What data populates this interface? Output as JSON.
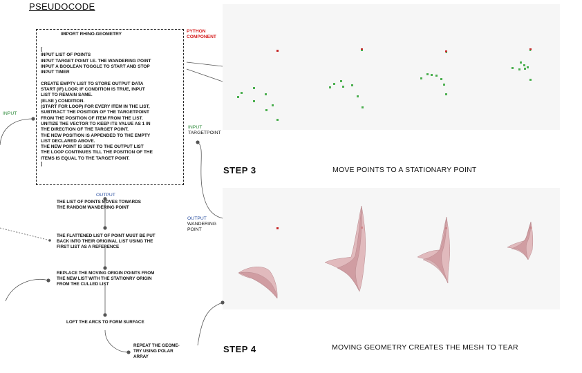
{
  "title": "PSEUDOCODE",
  "code": {
    "title": "IMPORT RHINO.GEOMETRY",
    "lines": [
      "[",
      "INPUT LIST OF POINTS",
      "INPUT TARGET POINT I.E. THE WANDERING POINT",
      "INPUT A BOOLEAN TOGGLE TO START AND STOP",
      "INPUT TIMER",
      "",
      "CREATE EMPTY LIST TO STORE OUTPUT DATA",
      "START (IF) LOOP, IF CONDITION IS TRUE, INPUT",
      "LIST TO REMAIN SAME.",
      "(ELSE ) CONDITION.",
      "(START FOR LOOP) FOR EVERY ITEM IN THE LIST,",
      "SUBTRACT THE POSITION OF THE TARGETPOINT",
      "FROM THE POSITION OF ITEM FROM THE LIST.",
      "UNITIZE THE VECTOR TO KEEP ITS VALUE AS 1 IN",
      "THE DIRECTION OF THE TARGET POINT.",
      "THE NEW POSITION IS APPENDED TO THE EMPTY",
      "LIST DECLARED ABOVE.",
      "THE NEW POINT IS SENT TO THE OUTPUT LIST",
      "THE LOOP CONTINUES TILL THE POSITION OF THE",
      "ITEMS IS EQUAL TO THE TARGET POINT.",
      "]"
    ]
  },
  "labels": {
    "python_component": [
      "PYTHON",
      "COMPONENT"
    ],
    "input_left": "INPUT",
    "input_target": [
      "INPUT",
      "TARGETPOINT"
    ],
    "output_list": "OUTPUT",
    "output_wander": [
      "OUTPUT",
      "WANDERING",
      "POINT"
    ]
  },
  "flow": {
    "step1": [
      "THE LIST OF POINTS MOVES TOWARDS",
      "THE RANDOM WANDERING POINT"
    ],
    "step2": [
      "THE FLATTENED LIST OF POINT MUST BE PUT",
      "BACK INTO THEIR ORIGINAL LIST USING THE",
      "FIRST LIST AS A REFERENCE"
    ],
    "step3": [
      "REPLACE THE MOVING ORIGIN POINTS FROM",
      "THE NEW LIST WITH THE STATIONRY ORIGIN",
      "FROM THE CULLED LIST"
    ],
    "step4": [
      "LOFT THE  ARCS TO FORM SURFACE"
    ],
    "step5": [
      "REPEAT THE GEOME-",
      "TRY USING  POLAR",
      "ARRAY"
    ]
  },
  "steps": {
    "step3_label": "STEP 3",
    "step3_caption": "MOVE POINTS TO A STATIONARY POINT",
    "step4_label": "STEP 4",
    "step4_caption": "MOVING GEOMETRY CREATES THE MESH TO TEAR"
  },
  "colors": {
    "point_green": "#4caf50",
    "target_red": "#c62828",
    "mesh_pink": "#d9a6aa",
    "connector": "#555555"
  }
}
